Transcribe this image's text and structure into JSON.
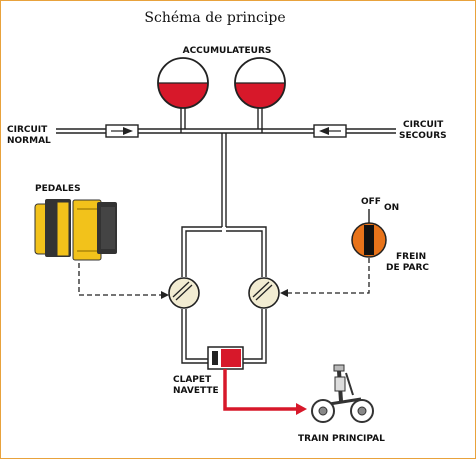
{
  "title": "Schéma de principe",
  "labels": {
    "accumulateurs": "ACCUMULATEURS",
    "circuit_normal_1": "CIRCUIT",
    "circuit_normal_2": "NORMAL",
    "circuit_secours_1": "CIRCUIT",
    "circuit_secours_2": "SECOURS",
    "pedales": "PEDALES",
    "off": "OFF",
    "on": "ON",
    "frein_1": "FREIN",
    "frein_2": "DE PARC",
    "clapet_1": "CLAPET",
    "clapet_2": "NAVETTE",
    "train": "TRAIN PRINCIPAL"
  },
  "colors": {
    "frame": "#e8a23c",
    "fluid_red": "#d7182a",
    "pedal_yellow": "#f2c21b",
    "handle_orange": "#e8731a"
  }
}
